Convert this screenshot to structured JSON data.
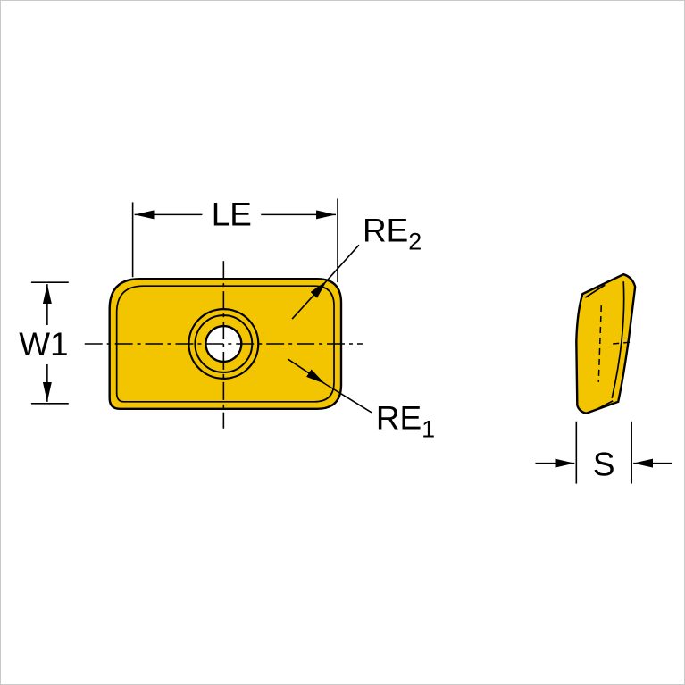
{
  "colors": {
    "insert_fill": "#F2C500",
    "outline": "#000000",
    "background": "#FFFFFF",
    "frame_border": "#C9C9C9"
  },
  "top_view": {
    "length_label": "LE",
    "width_label": "W1",
    "radius_top": {
      "base": "RE",
      "sub": "2"
    },
    "radius_bottom": {
      "base": "RE",
      "sub": "1"
    }
  },
  "side_view": {
    "thickness_label": "S"
  }
}
